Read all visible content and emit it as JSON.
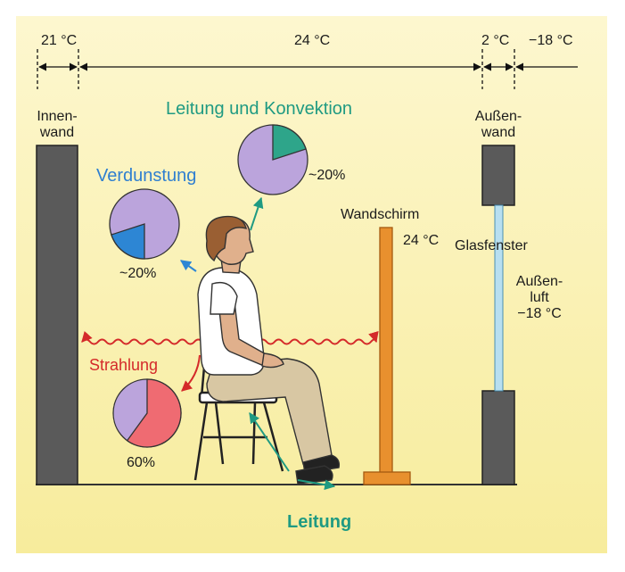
{
  "temperatures": {
    "inner_zone": "21 °C",
    "room": "24 °C",
    "window_zone": "2 °C",
    "outside": "−18 °C"
  },
  "labels": {
    "inner_wall": [
      "Innen-",
      "wand"
    ],
    "outer_wall": [
      "Außen-",
      "wand"
    ],
    "screen": "Wandschirm",
    "screen_temp": "24 °C",
    "window": "Glasfenster",
    "outside_air": [
      "Außen-",
      "luft",
      "−18 °C"
    ]
  },
  "heat_loss": [
    {
      "name": "Leitung und Konvektion",
      "value": "~20%",
      "fraction": 0.2,
      "color": "#2ea58a"
    },
    {
      "name": "Verdunstung",
      "value": "~20%",
      "fraction": 0.2,
      "color": "#2d86d4"
    },
    {
      "name": "Strahlung",
      "value": "60%",
      "fraction": 0.6,
      "color": "#ef6b72"
    },
    {
      "name": "Leitung"
    }
  ],
  "colors": {
    "background_top": "#fdf6c9",
    "background_bottom": "#f8eea0",
    "wall": "#5a5a5a",
    "pie_rest": "#bba4dc",
    "screen": "#e8902e",
    "radiation": "#d42a2a"
  }
}
